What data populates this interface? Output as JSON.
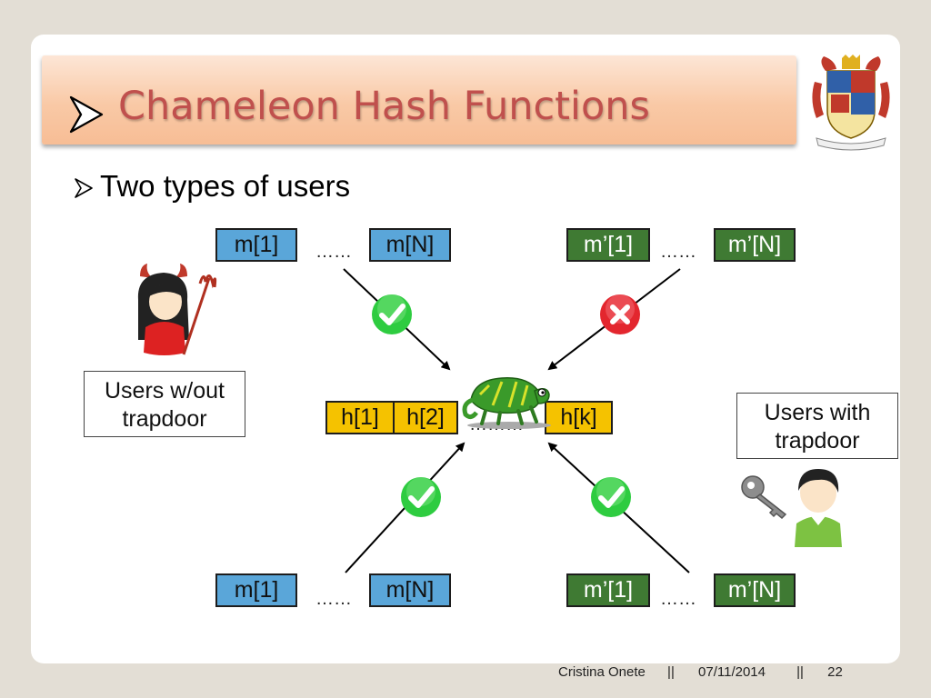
{
  "slide": {
    "title": "Chameleon Hash Functions",
    "bullet": "Two types of users"
  },
  "top_left": {
    "first": "m[1]",
    "dots": "……",
    "last": "m[N]"
  },
  "top_right": {
    "first": "m’[1]",
    "dots": "……",
    "last": "m’[N]"
  },
  "bottom_left": {
    "first": "m[1]",
    "dots": "……",
    "last": "m[N]"
  },
  "bottom_right": {
    "first": "m’[1]",
    "dots": "……",
    "last": "m’[N]"
  },
  "hashes": {
    "h1": "h[1]",
    "h2": "h[2]",
    "dots": "………",
    "hk": "h[k]"
  },
  "labels": {
    "without_trapdoor": "Users w/out trapdoor",
    "with_trapdoor": "Users with trapdoor"
  },
  "footer": {
    "author": "Cristina Onete",
    "sep1": "||",
    "date": "07/11/2014",
    "sep2": "||",
    "page": "22"
  },
  "colors": {
    "title": "#c0504d",
    "message_blue": "#5aa6d9",
    "message_green": "#3f7a33",
    "hash_yellow": "#f5c200",
    "check_green": "#2ecc40",
    "cross_red": "#e3262e"
  },
  "icons": [
    "arrow-bullet-icon",
    "crest-logo",
    "devil-user-icon",
    "user-icon",
    "key-icon",
    "chameleon-icon",
    "check-icon",
    "cross-icon"
  ]
}
